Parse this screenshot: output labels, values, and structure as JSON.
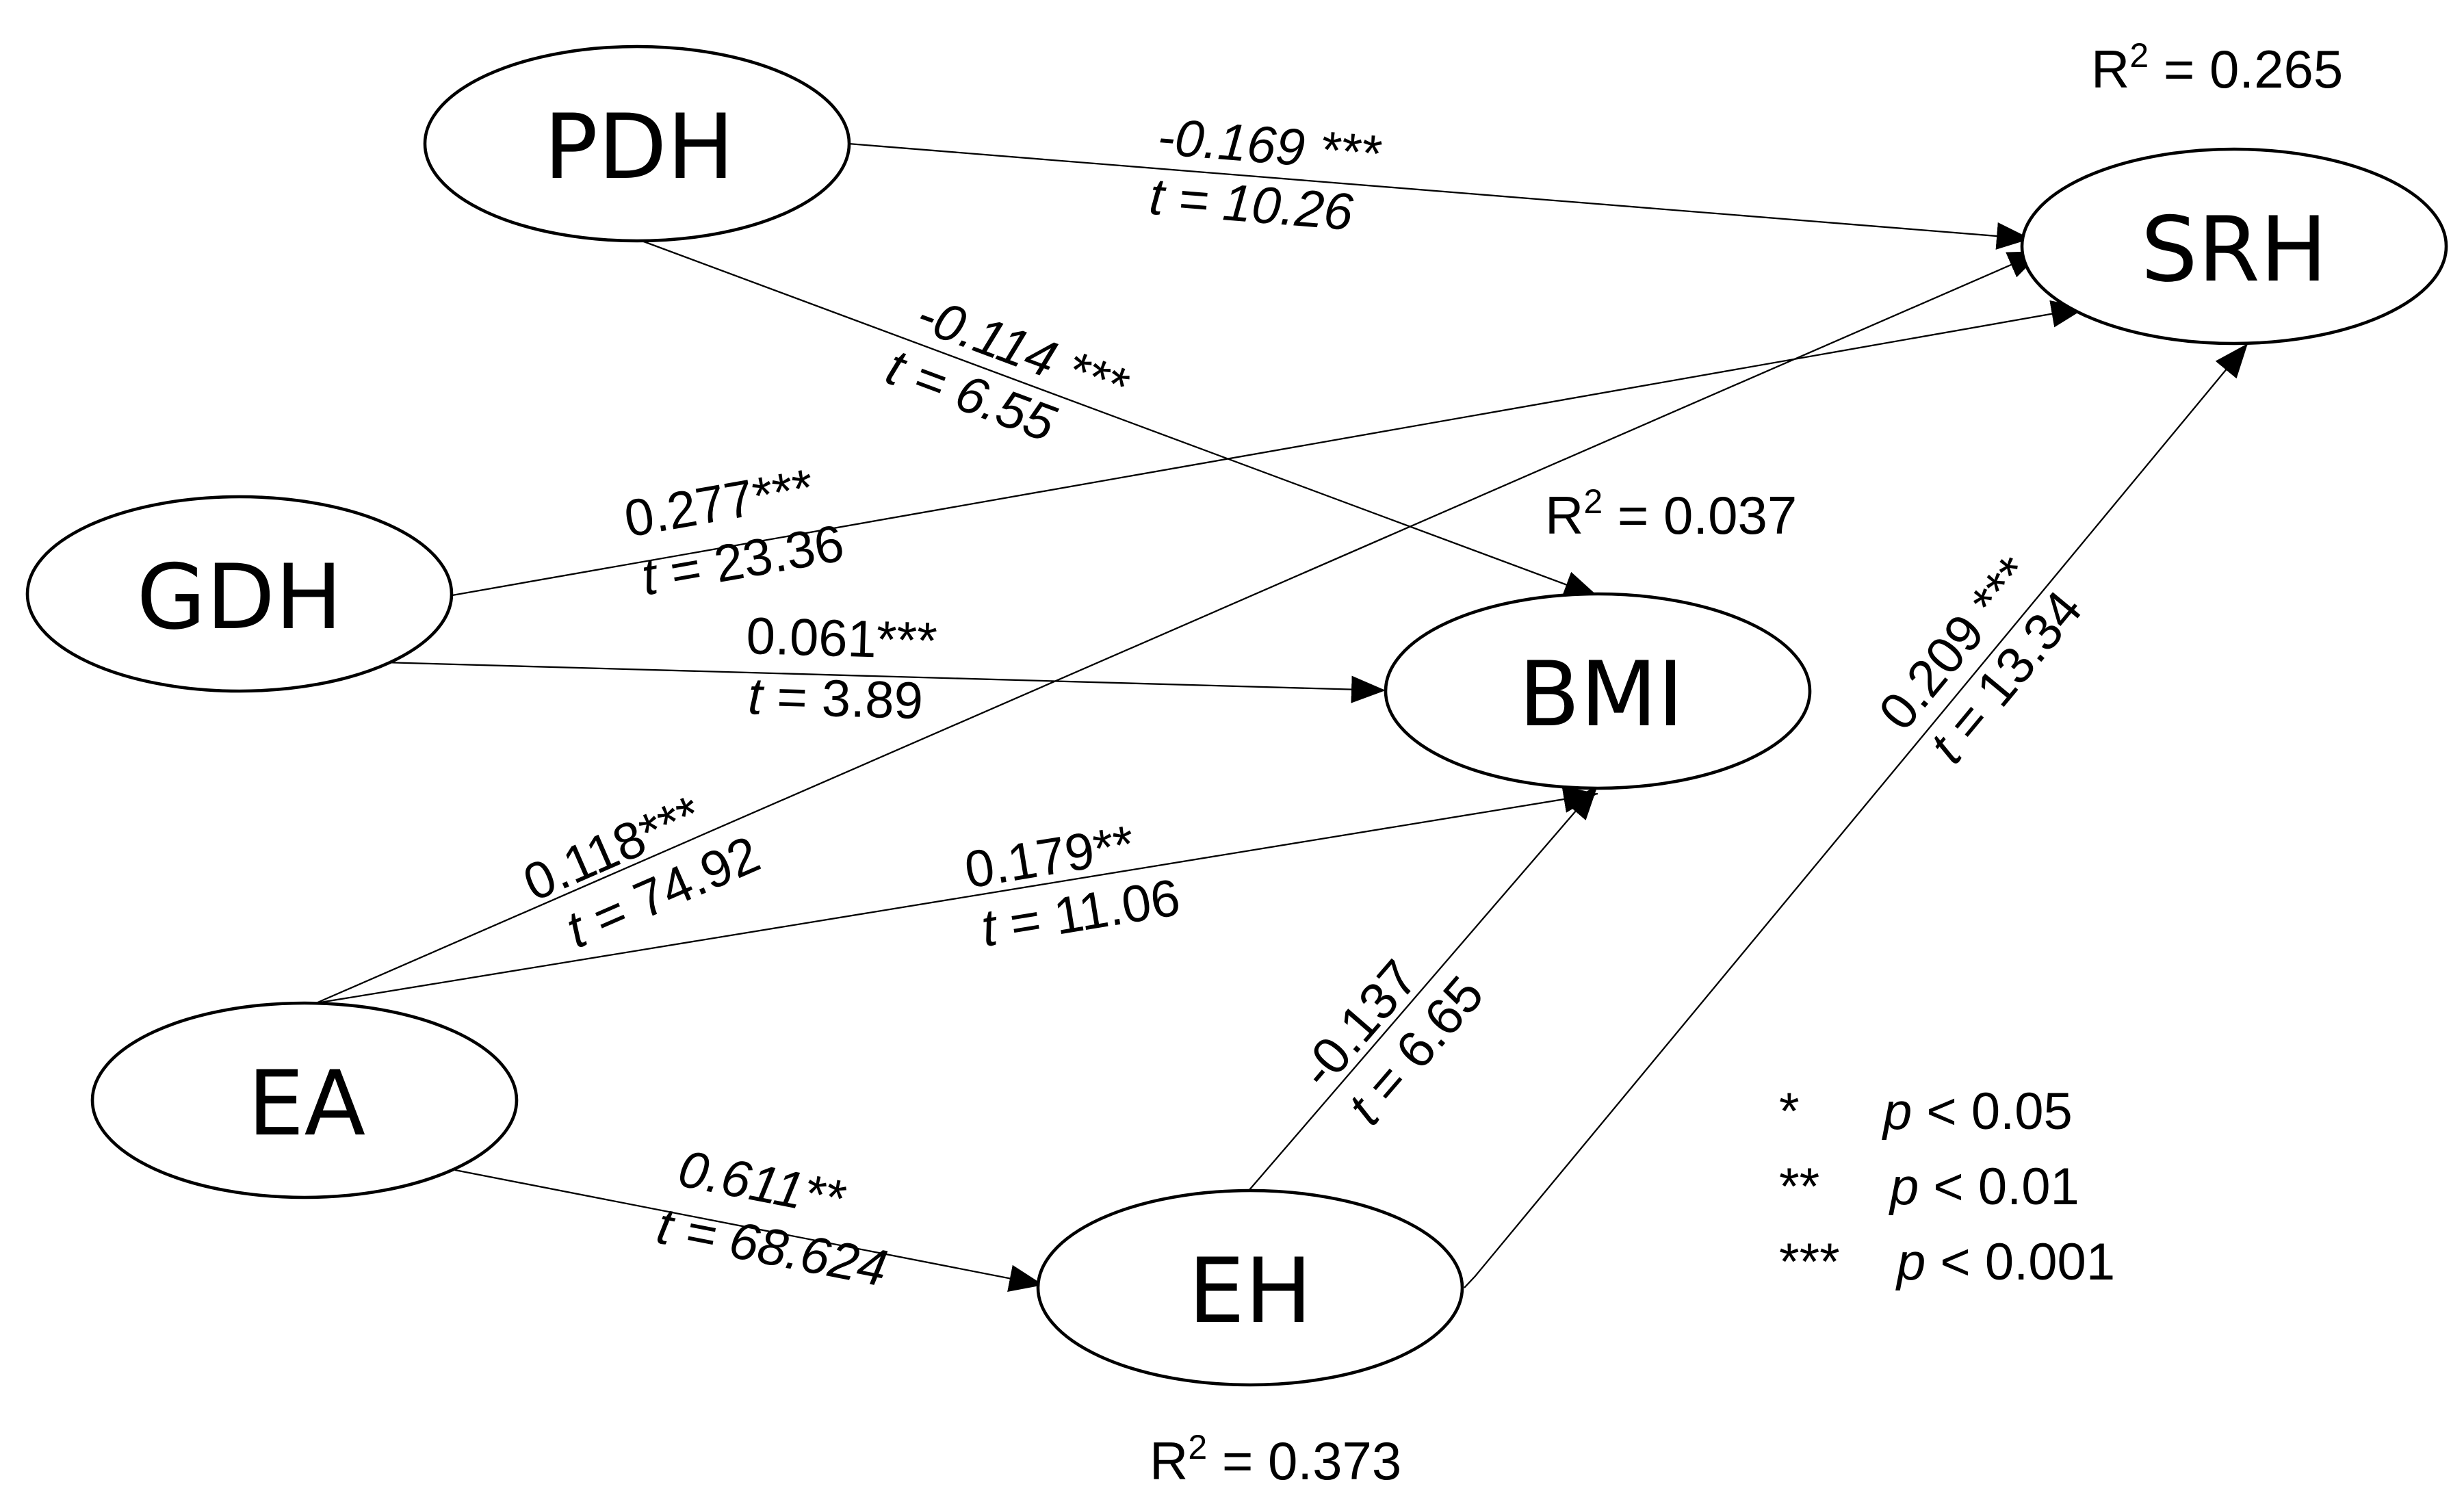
{
  "nodes": {
    "pdh": "PDH",
    "gdh": "GDH",
    "ea": "EA",
    "eh": "EH",
    "bmi": "BMI",
    "srh": "SRH"
  },
  "r_squared": {
    "srh": {
      "symbol": "R",
      "power": "2",
      "value": " = 0.265"
    },
    "bmi": {
      "symbol": "R",
      "power": "2",
      "value": " = 0.037"
    },
    "eh": {
      "symbol": "R",
      "power": "2",
      "value": " = 0.373"
    }
  },
  "paths": {
    "pdh_srh": {
      "coef": "-0.169",
      "stars": " ***",
      "t_symbol": "t",
      "t_value": " = 10.26"
    },
    "pdh_bmi": {
      "coef": "-0.114",
      "stars": " ***",
      "t_symbol": "t",
      "t_value": " = 6.55"
    },
    "gdh_srh": {
      "coef": "0.277",
      "stars": "***",
      "t_symbol": "t",
      "t_value": " = 23.36"
    },
    "gdh_bmi": {
      "coef": "0.061",
      "stars": "***",
      "t_symbol": "t",
      "t_value": " = 3.89"
    },
    "ea_srh": {
      "coef": "0.118",
      "stars": "***",
      "t_symbol": "t",
      "t_value": " = 74.92"
    },
    "ea_bmi": {
      "coef": "0.179",
      "stars": "**",
      "t_symbol": "t",
      "t_value": " = 11.06"
    },
    "ea_eh": {
      "coef": "0.611",
      "stars": "**",
      "t_symbol": "t",
      "t_value": " = 68.624"
    },
    "eh_bmi": {
      "coef": "-0.137",
      "stars": "",
      "t_symbol": "t",
      "t_value": " = 6.65"
    },
    "eh_srh": {
      "coef": "0.209",
      "stars": " ***",
      "t_symbol": "t",
      "t_value": " = 13.34"
    }
  },
  "legend": [
    {
      "stars": "*",
      "p": "p",
      "threshold": " < 0.05"
    },
    {
      "stars": "**",
      "p": "p",
      "threshold": " < 0.01"
    },
    {
      "stars": "***",
      "p": "p",
      "threshold": " < 0.001"
    }
  ]
}
